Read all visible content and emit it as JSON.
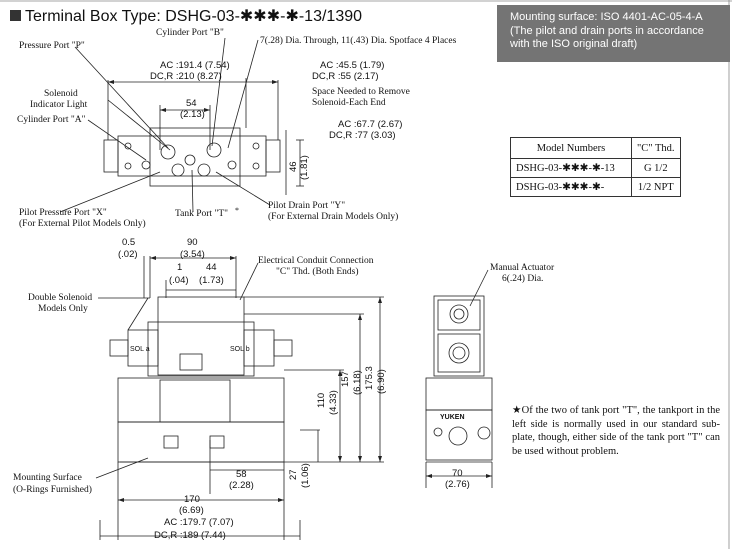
{
  "title": "Terminal Box Type: DSHG-03-✱✱✱-✱-13/1390",
  "mounting_surface": {
    "line1": "Mounting surface: ISO 4401-AC-05-4-A",
    "line2": "(The pilot and drain ports in accordance",
    "line3": "with the ISO original draft)"
  },
  "top_view": {
    "cylinder_port_b": "Cylinder Port \"B\"",
    "pressure_port_p": "Pressure Port \"P\"",
    "solenoid_indicator_1": "Solenoid",
    "solenoid_indicator_2": "Indicator Light",
    "cylinder_port_a": "Cylinder Port \"A\"",
    "through_hole": "7(.28) Dia. Through, 11(.43) Dia. Spotface 4 Places",
    "ac_1914": "AC :191.4 (7.54)",
    "dcr_210": "DC,R :210    (8.27)",
    "ac_455": "AC :45.5 (1.79)",
    "dcr_55": "DC,R :55    (2.17)",
    "space_1": "Space Needed to Remove",
    "space_2": "Solenoid-Each End",
    "dim_54": "54",
    "dim_213": "(2.13)",
    "ac_677": "AC :67.7 (2.67)",
    "dcr_77": "DC,R :77    (3.03)",
    "dim_46": "46",
    "dim_181": "(1.81)",
    "pilot_pressure_1": "Pilot Pressure Port \"X\"",
    "pilot_pressure_2": "(For External Pilot Models Only)",
    "tank_port": "Tank Port \"T\"",
    "tank_star": "*",
    "pilot_drain_1": "Pilot Drain Port \"Y\"",
    "pilot_drain_2": "(For External Drain Models Only)"
  },
  "model_table": {
    "headers": [
      "Model Numbers",
      "\"C\" Thd."
    ],
    "rows": [
      [
        "DSHG-03-✱✱✱-✱-13",
        "G 1/2"
      ],
      [
        "DSHG-03-✱✱✱-✱-",
        "1/2 NPT"
      ]
    ]
  },
  "front_view": {
    "dim_05": "0.5",
    "dim_02": "(.02)",
    "dim_90": "90",
    "dim_354": "(3.54)",
    "dim_1": "1",
    "dim_04": "(.04)",
    "dim_44": "44",
    "dim_173": "(1.73)",
    "conduit_1": "Electrical Conduit Connection",
    "conduit_2": "\"C\" Thd. (Both Ends)",
    "double_sol_1": "Double Solenoid",
    "double_sol_2": "Models Only",
    "sol_a": "SOL a",
    "sol_b": "SOL b",
    "dim_110": "110",
    "dim_433": "(4.33)",
    "dim_157": "157",
    "dim_618": "(6.18)",
    "dim_1753": "175.3",
    "dim_690": "(6.90)",
    "dim_27": "27",
    "dim_106": "(1.06)",
    "dim_58": "58",
    "dim_228": "(2.28)",
    "mount_1": "Mounting Surface",
    "mount_2": "(O-Rings Furnished)",
    "dim_170": "170",
    "dim_669": "(6.69)",
    "ac_1797": "AC :179.7 (7.07)",
    "dcr_189": "DC,R :189    (7.44)"
  },
  "side_view": {
    "manual_1": "Manual Actuator",
    "manual_2": "6(.24) Dia.",
    "brand": "YUKEN",
    "dim_70": "70",
    "dim_276": "(2.76)"
  },
  "note": "★Of the two of tank port \"T\", the tankport in the left side is normally used in our standard sub-plate, though, either side of the tank port \"T\" can be used without problem."
}
